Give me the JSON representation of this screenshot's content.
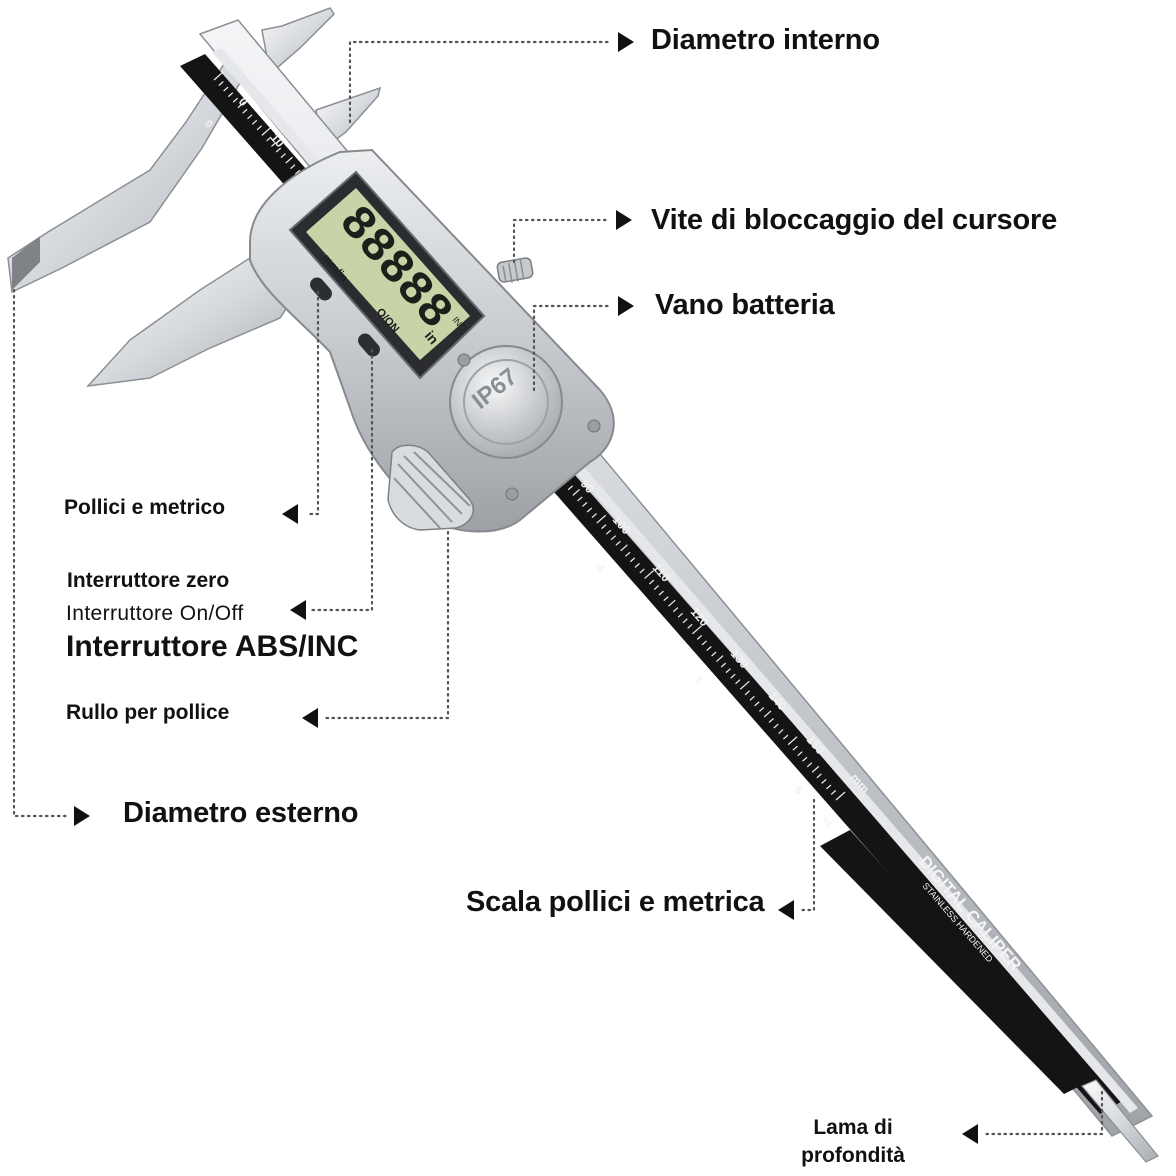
{
  "labels": {
    "inner_diameter": "Diametro interno",
    "lock_screw": "Vite di bloccaggio del cursore",
    "battery": "Vano batteria",
    "inch_metric": "Pollici e metrico",
    "zero_switch": "Interruttore zero",
    "on_off_switch": "Interruttore On/Off",
    "abs_inc_switch": "Interruttore ABS/INC",
    "thumb_roller": "Rullo per pollice",
    "outer_diameter": "Diametro esterno",
    "scale": "Scala pollici e metrica",
    "depth_blade_1": "Lama di",
    "depth_blade_2": "profondità"
  },
  "caliper": {
    "display_digits": "88888",
    "display_unit": "in",
    "display_mode": "INC",
    "button_mm_in": "mm/in",
    "button_on_off": "O/ON",
    "badge": "IP67",
    "brand": "DIGITAL CALIPER",
    "sub_brand": "STAINLESS HARDENED",
    "scale_unit_mm": "mm",
    "scale_unit_in": "in",
    "mm_ticks": [
      "0",
      "10",
      "20",
      "90",
      "100",
      "110",
      "120",
      "130",
      "140",
      "150"
    ],
    "inch_ticks": [
      "0",
      "4",
      "5",
      "6"
    ]
  },
  "colors": {
    "steel": "#c9ccd0",
    "scale_black": "#141414",
    "lcd": "#c8d4a8",
    "leader": "#444444"
  }
}
